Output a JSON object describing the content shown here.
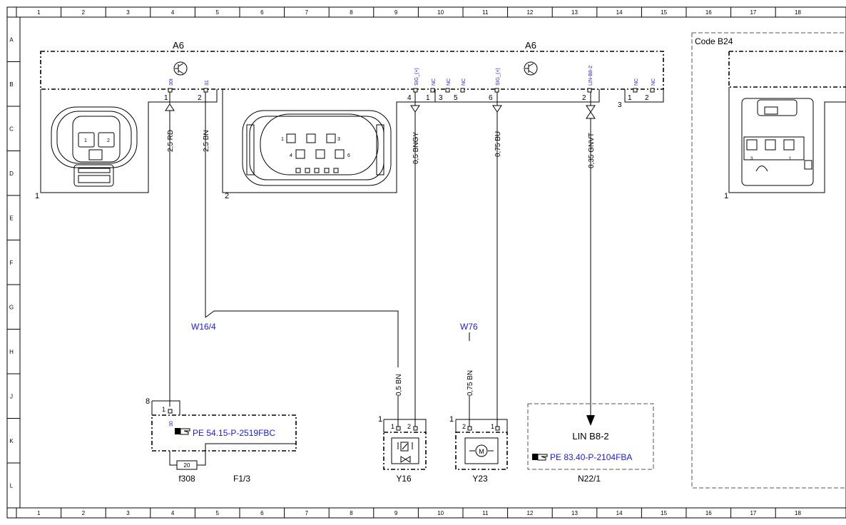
{
  "ruler": {
    "columns": [
      "1",
      "2",
      "3",
      "4",
      "5",
      "6",
      "7",
      "8",
      "9",
      "10",
      "11",
      "12",
      "13",
      "14",
      "15",
      "16",
      "17",
      "18"
    ],
    "rows": [
      "A",
      "B",
      "C",
      "D",
      "E",
      "F",
      "G",
      "H",
      "J",
      "K",
      "L"
    ]
  },
  "components": {
    "a6_left": "A6",
    "a6_right": "A6",
    "code_b24": "Code B24",
    "w16_4": "W16/4",
    "w76": "W76",
    "f1_3": "F1/3",
    "f308": "f308",
    "fuse_value": "20",
    "y16": "Y16",
    "y23": "Y23",
    "n22_1": "N22/1",
    "lin_b8_2": "LIN B8-2",
    "ref_pe54": "PE 54.15-P-2519FBC",
    "ref_pe83": "PE 83.40-P-2104FBA"
  },
  "pins": {
    "p30t": "30t",
    "p31": "31",
    "sig1": "SIG_(+)",
    "nc1": "NC",
    "nc2": "NC",
    "sig2": "SIG_(+)",
    "lin": "LIN-B8-2",
    "nc3": "NC",
    "nc4": "NC",
    "p30": "30"
  },
  "wires": {
    "rd": "2,5 RD",
    "bn25": "2,5 BN",
    "bngy": "0,5 BNGY",
    "bu": "0,75 BU",
    "gnvt": "0,35 GNVT",
    "bn05": "0,5 BN",
    "bn075": "0,75 BN"
  },
  "numbers": {
    "n1a": "1",
    "n2a": "2",
    "n4": "4",
    "n1b": "1",
    "n3b": "3",
    "n5b": "5",
    "n6": "6",
    "n2c": "2",
    "n1c": "1",
    "n2d": "2",
    "n3c": "3",
    "conn1": "1",
    "conn2": "2",
    "conn1r": "1",
    "c8": "8",
    "c1f": "1",
    "y16_1": "1",
    "y16_p1": "1",
    "y16_p2": "2",
    "y23_1": "1",
    "y23_p2": "2",
    "y23_p1": "1",
    "pin_l1": "1",
    "pin_l2": "2",
    "pin_c1": "1",
    "pin_c3": "3",
    "pin_c4": "4",
    "pin_c6": "6",
    "pin_r3": "3",
    "pin_r1": "1"
  },
  "icons": {
    "pointer": "hand-pointer-icon",
    "transistor": "transistor-icon",
    "motor": "M"
  }
}
